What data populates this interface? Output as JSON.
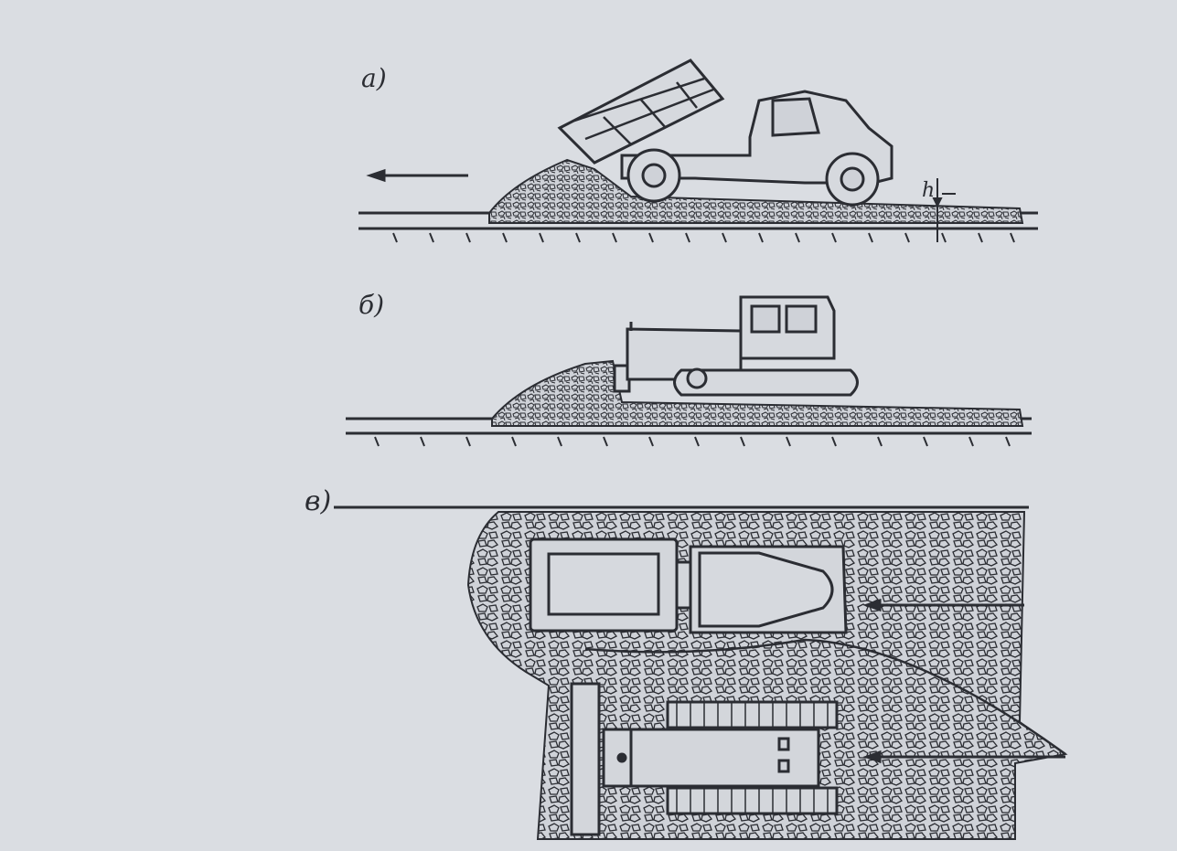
{
  "labels": {
    "panel_a": "а)",
    "panel_b": "б)",
    "panel_v": "в)",
    "height_mark": "h"
  },
  "colors": {
    "paper": "#dadde2",
    "ink": "#2b2d33",
    "stone_fill": "#cfd2d8"
  }
}
